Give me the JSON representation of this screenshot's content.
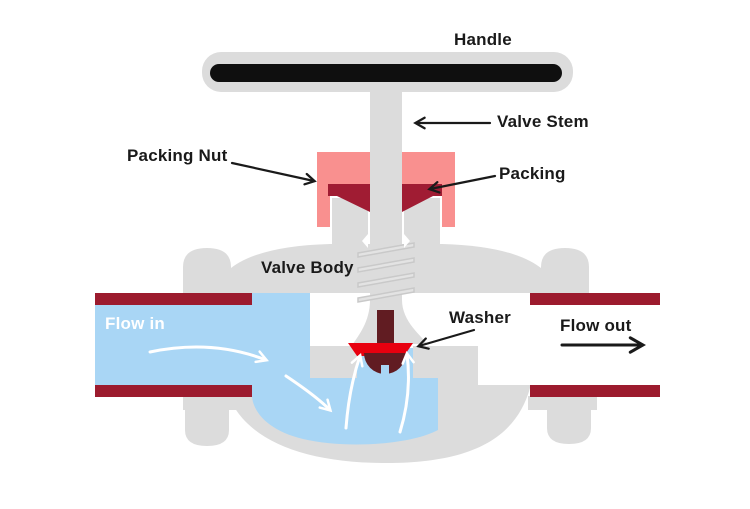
{
  "diagram": {
    "labels": {
      "handle": "Handle",
      "valve_stem": "Valve Stem",
      "packing_nut": "Packing Nut",
      "packing": "Packing",
      "valve_body": "Valve Body",
      "washer": "Washer",
      "flow_in": "Flow in",
      "flow_out": "Flow out"
    },
    "colors": {
      "body_gray": "#dcdcdc",
      "handle_black": "#0f0f0f",
      "packing_nut_pink": "#f9908f",
      "packing_dark_red": "#a01c33",
      "pipe_stripe_red": "#9c1b2e",
      "stem_disc_maroon": "#611c22",
      "washer_red": "#e8000f",
      "water_blue": "#a9d6f5",
      "flow_arrow_white": "#ffffff",
      "label_text": "#1a1a1a"
    }
  }
}
